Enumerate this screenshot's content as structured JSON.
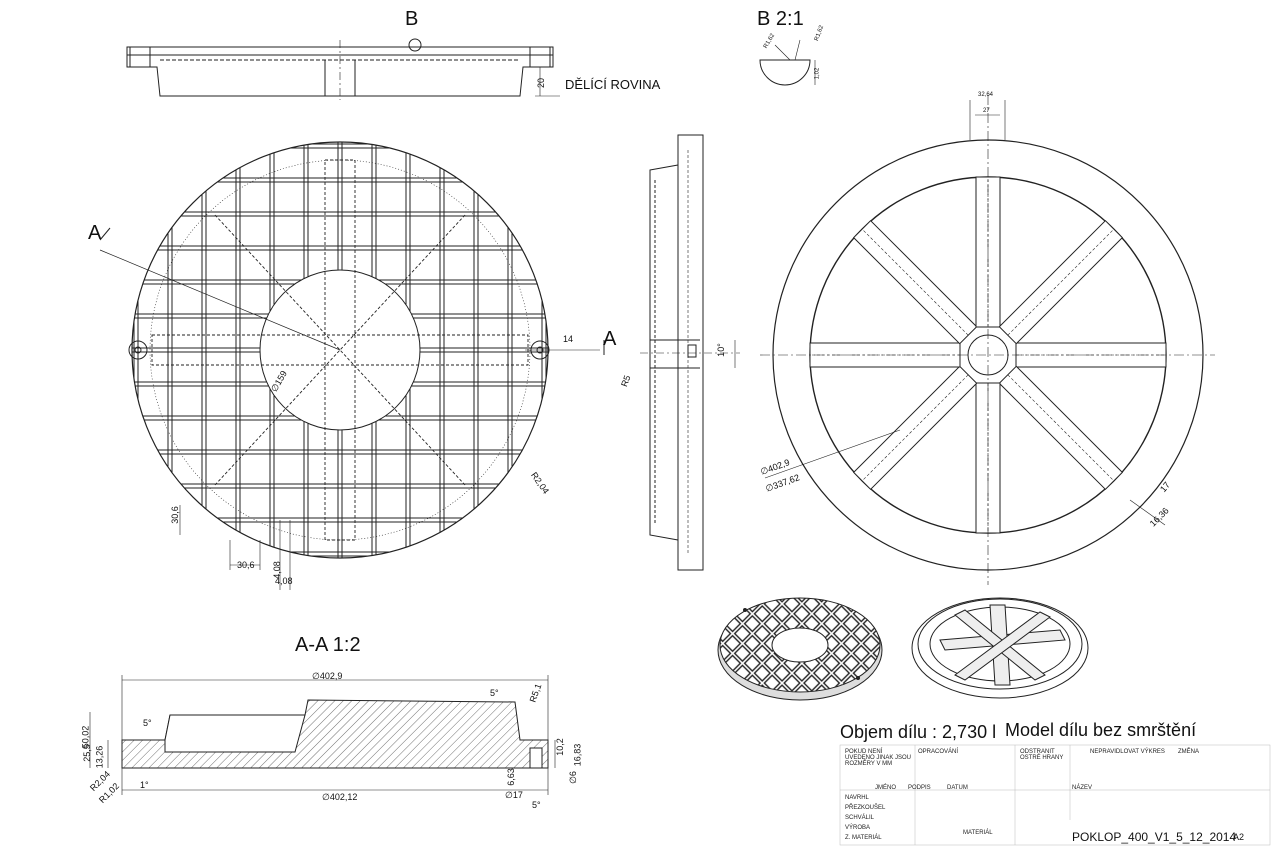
{
  "views": {
    "top_view_label": "B",
    "detail_label": "B 2:1",
    "parting_line": "DĚLÍCÍ ROVINA",
    "section_marker_left": "A",
    "section_marker_right": "A",
    "section_title": "A-A 1:2"
  },
  "dimensions": {
    "top_height": "20",
    "detail_r1": "R1,62",
    "detail_r2": "R1,62",
    "detail_h": "1,02",
    "left_radius_dim": "∅159",
    "left_edge_radius": "R2,04",
    "left_offset": "14",
    "left_grid_h": "30,6",
    "left_grid_w": "30,6",
    "left_rib_1": "4,08",
    "left_rib_2": "4,08",
    "side_angle": "10°",
    "side_radius": "R5",
    "right_top_1": "32,64",
    "right_top_2": "27",
    "right_dia_outer": "∅402,9",
    "right_dia_inner": "∅337,62",
    "right_rib_1": "17",
    "right_rib_2": "16,36",
    "sec_dia_top": "∅402,9",
    "sec_dia_bottom": "∅402,12",
    "sec_height_total": "50,02",
    "sec_h1": "25,5",
    "sec_h2": "13,26",
    "sec_r1": "R2,04",
    "sec_r2": "R1,02",
    "sec_angle1": "5°",
    "sec_angle2": "5°",
    "sec_angle3": "1°",
    "sec_angle4": "5°",
    "sec_r3": "R5,1",
    "sec_h3": "10,2",
    "sec_hole_d": "∅17",
    "sec_hole_h": "6,63",
    "sec_hole_d2": "∅6",
    "sec_hole_h2": "16,83"
  },
  "notes": {
    "volume": "Objem dílu : 2,730 l",
    "model": "Model dílu bez smrštění"
  },
  "title_block": {
    "rows": [
      "NAVRHL",
      "PŘEZKOUŠEL",
      "SCHVÁLIL",
      "VÝROBA",
      "Z. MATERIÁL"
    ],
    "cols": [
      "JMÉNO",
      "PODPIS",
      "DATUM"
    ],
    "header_notes": "POKUD NENÍ UVEDENO JINAK JSOU ROZMĚRY V MM",
    "finish": "OPRACOVÁNÍ",
    "deburr": "ODSTRANIT OSTRÉ HRANY",
    "revision": "NEPRAVIDLOVAT VÝKRES",
    "change": "ZMĚNA",
    "material": "MATERIÁL",
    "title_label": "NÁZEV",
    "drawing_no": "POKLOP_400_V1_5_12_2014",
    "sheet": "A2"
  }
}
